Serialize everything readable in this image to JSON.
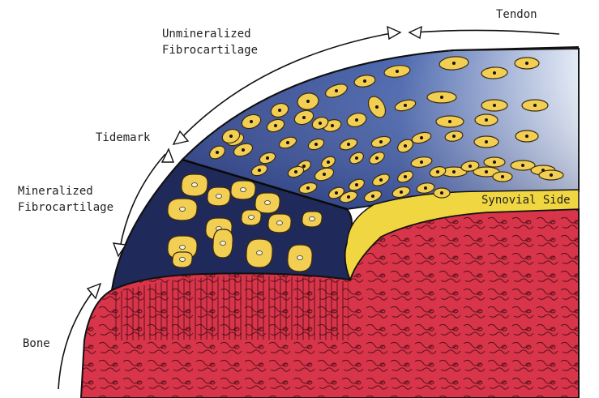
{
  "labels": {
    "tendon": "Tendon",
    "unmineralized_line1": "Unmineralized",
    "unmineralized_line2": "Fibrocartilage",
    "tidemark": "Tidemark",
    "mineralized_line1": "Mineralized",
    "mineralized_line2": "Fibrocartilage",
    "synovial_side": "Synovial Side",
    "bone": "Bone"
  },
  "colors": {
    "unmineralized_light": "#6f8fc8",
    "unmineralized_dark": "#1e2f6e",
    "mineralized": "#202a5a",
    "bone": "#d8344a",
    "bone_dark": "#b8263a",
    "cell_fill": "#f2cf52",
    "cell_stroke": "#3a2a10",
    "synovial": "#f0d640",
    "outline": "#111111"
  },
  "icons": [
    "arrowhead-icon"
  ]
}
